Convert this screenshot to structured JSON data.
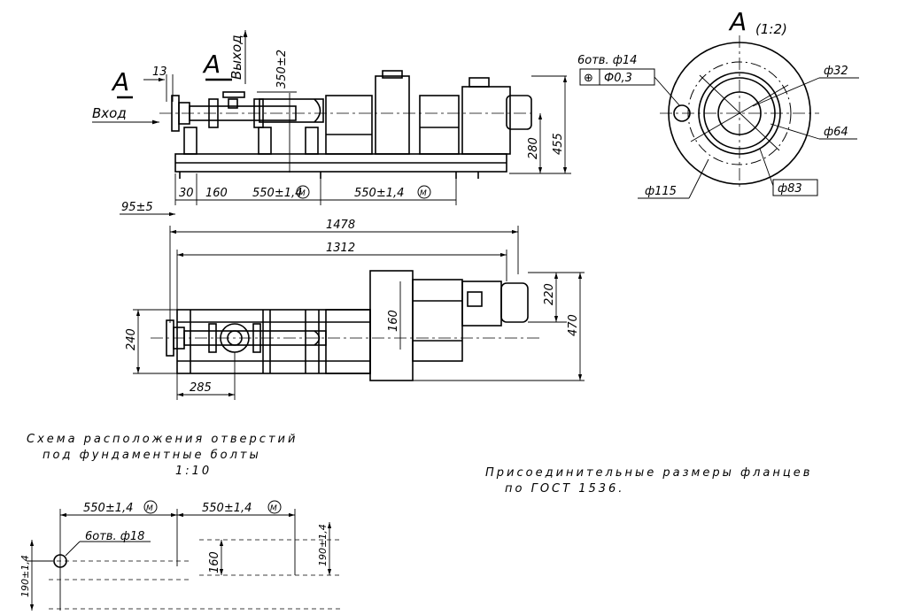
{
  "views": {
    "side": {
      "view_marker": "A",
      "inlet_marker": "A",
      "inlet_label": "Вход",
      "outlet_label": "Выход",
      "dim_13": "13",
      "dim_350": "350±2",
      "dim_280": "280",
      "dim_455": "455",
      "dim_30": "30",
      "dim_160": "160",
      "dim_550_a": "550±1,4",
      "dim_550_b": "550±1,4",
      "dim_95": "95±5",
      "circle_m": "M"
    },
    "plan": {
      "dim_1478": "1478",
      "dim_1312": "1312",
      "dim_240": "240",
      "dim_285": "285",
      "dim_160": "160",
      "dim_220": "220",
      "dim_470": "470"
    },
    "flange": {
      "title": "А",
      "scale": "(1:2)",
      "holes_label": "6отв. ф14",
      "position_symbol": "⊕",
      "position_tol": "Ф0,3",
      "d32": "ф32",
      "d64": "ф64",
      "d83": "ф83",
      "d115": "ф115"
    },
    "scheme": {
      "caption_line1": "Схема расположения отверстий",
      "caption_line2": "под фундаментные болты",
      "scale": "1:10",
      "dim_550_a": "550±1,4",
      "dim_550_b": "550±1,4",
      "holes_label": "6отв. ф18",
      "dim_190_left": "190±1,4",
      "dim_160": "160",
      "dim_190_right": "190±1,4",
      "circle_m": "M"
    },
    "note": {
      "line1": "Присоединительные размеры фланцев",
      "line2": "по ГОСТ 1536."
    }
  }
}
